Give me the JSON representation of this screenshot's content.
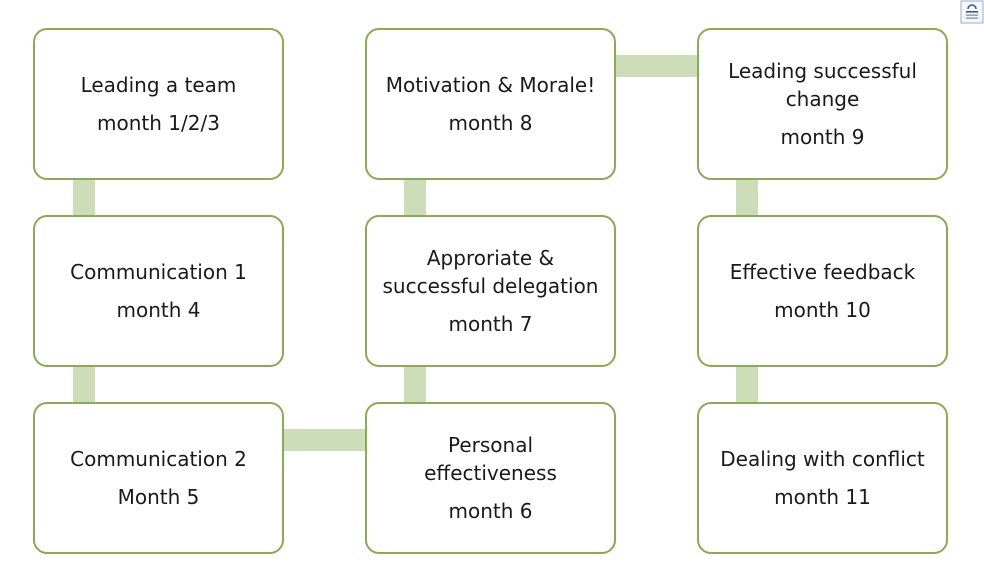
{
  "colors": {
    "border": "#8aab55",
    "connector": "#cddcb9",
    "text": "#1a1a1a",
    "background": "#ffffff"
  },
  "icons": {
    "corner": "paste-options-icon"
  },
  "nodes": [
    {
      "title": "Leading a team",
      "month": "month 1/2/3"
    },
    {
      "title": "Communication 1",
      "month": "month 4"
    },
    {
      "title": "Communication 2",
      "month": "Month 5"
    },
    {
      "title": "Personal effectiveness",
      "month": "month 6"
    },
    {
      "title": "Approriate & successful delegation",
      "month": "month 7"
    },
    {
      "title": "Motivation & Morale!",
      "month": "month 8"
    },
    {
      "title": "Leading successful change",
      "month": "month 9"
    },
    {
      "title": "Effective feedback",
      "month": "month 10"
    },
    {
      "title": "Dealing with conflict",
      "month": "month 11"
    }
  ]
}
